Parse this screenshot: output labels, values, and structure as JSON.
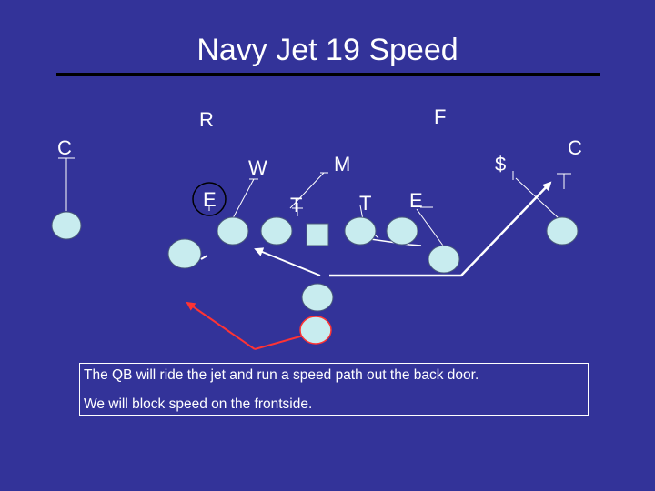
{
  "title": "Navy Jet 19 Speed",
  "defense": {
    "R": "R",
    "F": "F",
    "C_left": "C",
    "C_right": "C",
    "W": "W",
    "M": "M",
    "dollar": "$",
    "E_left": "E",
    "T_left": "T",
    "T_right": "T",
    "E_right": "E"
  },
  "notes": [
    "The QB will ride the jet and run a speed path out the back door.",
    "We will block speed on the frontside."
  ],
  "colors": {
    "background": "#333399",
    "player_fill": "#c8ecef",
    "center_fill": "#c8ecef",
    "qb_route": "#ff3333",
    "route": "#ffffff",
    "highlight_player": "#ff3333"
  }
}
